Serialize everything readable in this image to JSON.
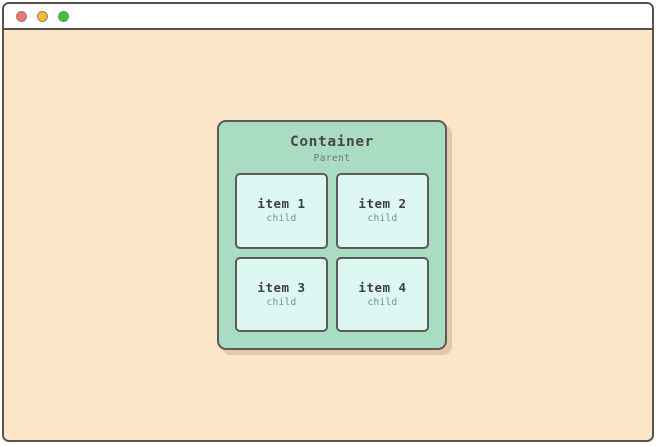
{
  "window": {
    "background_color": "#fce6c8",
    "border_color": "#56534e",
    "titlebar": {
      "background_color": "#ffffff",
      "controls": [
        {
          "name": "close",
          "color": "#f8726e"
        },
        {
          "name": "minimize",
          "color": "#fcbb2e"
        },
        {
          "name": "maximize",
          "color": "#2fcc2f"
        }
      ]
    }
  },
  "container": {
    "title": "Container",
    "subtitle": "Parent",
    "fill_color": "#a9dcc2",
    "border_color": "#5d5a56",
    "items": [
      {
        "label": "item 1",
        "role": "child"
      },
      {
        "label": "item 2",
        "role": "child"
      },
      {
        "label": "item 3",
        "role": "child"
      },
      {
        "label": "item 4",
        "role": "child"
      }
    ],
    "item_fill_color": "#ddf8f3"
  }
}
